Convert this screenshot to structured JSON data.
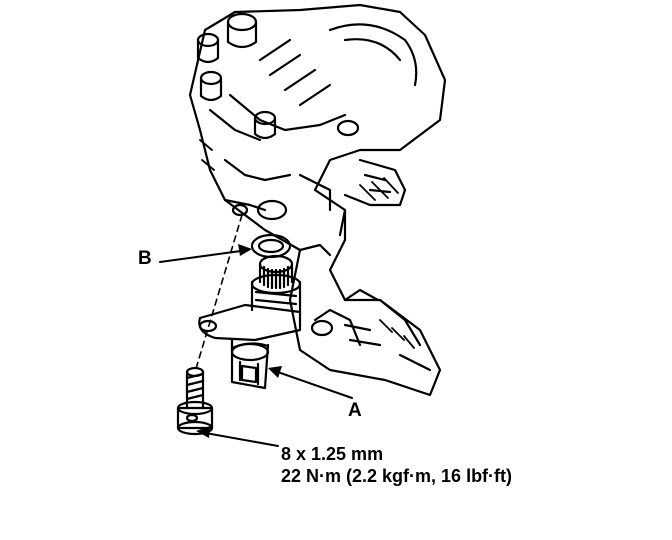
{
  "callouts": {
    "a": "A",
    "b": "B"
  },
  "bolt_spec": {
    "size": "8 x 1.25 mm",
    "torque": "22 N·m (2.2 kgf·m, 16 lbf·ft)"
  },
  "colors": {
    "ink": "#000000",
    "paper": "#ffffff"
  }
}
